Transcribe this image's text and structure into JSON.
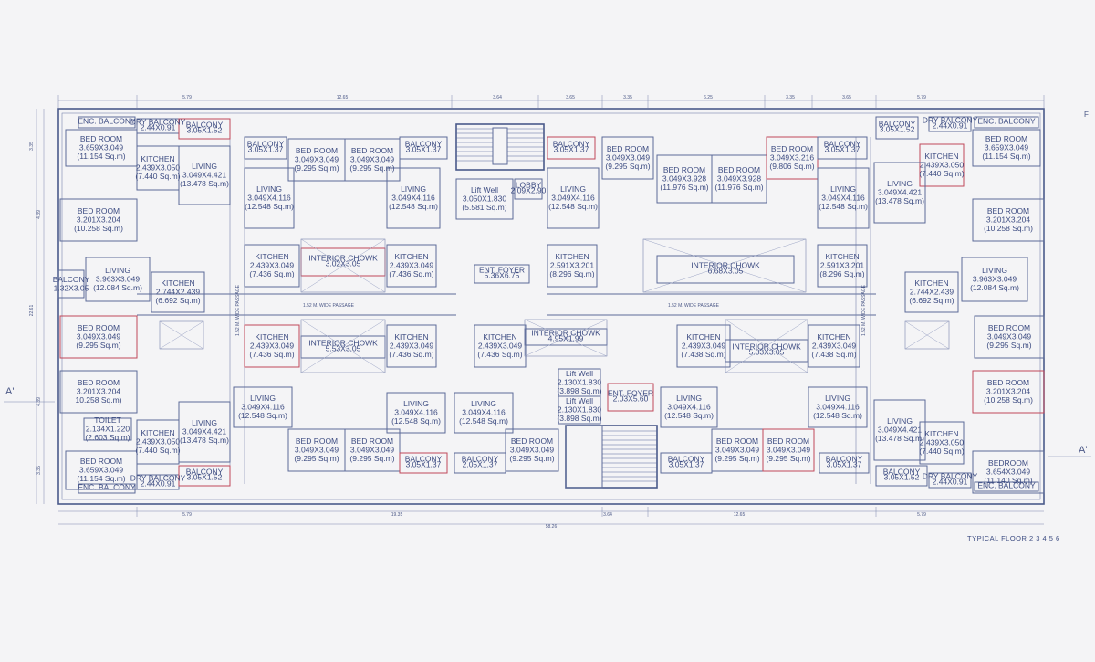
{
  "title": "TYPICAL FLOOR 2 3 4 5 6",
  "section_marks": [
    "A'",
    "A'"
  ],
  "corner_mark": "F",
  "colors": {
    "wall": "#4a5a8a",
    "accent": "#c0485a",
    "paper": "#f4f4f6"
  },
  "dims_top": [
    "5.79",
    "12.65",
    "3.64",
    "3.65",
    "3.35",
    "6.25",
    "3.35",
    "3.65",
    "5.79"
  ],
  "dims_bottom": [
    "5.79",
    "19.35",
    "3.64",
    "12.65",
    "5.79"
  ],
  "overall_width": "58.26",
  "dims_left": [
    "3.35",
    "4.39",
    "22.61",
    "4.39",
    "3.35"
  ],
  "corridors": [
    "1.52 M. WIDE PASSAGE",
    "1.52 M. WIDE PASSAGE",
    "1.52 M. WIDE PASSAGE",
    "1.52 M. WIDE PASSAGE"
  ],
  "rooms": [
    {
      "name": "ENC. BALCONY",
      "size": "",
      "area": ""
    },
    {
      "name": "BED ROOM",
      "size": "3.659X3.049",
      "area": "(11.154 Sq.m)"
    },
    {
      "name": "DRY BALCONY",
      "size": "2.44X0.91",
      "area": ""
    },
    {
      "name": "BALCONY",
      "size": "3.05X1.52",
      "area": ""
    },
    {
      "name": "KITCHEN",
      "size": "2.439X3.050",
      "area": "(7.440 Sq.m)"
    },
    {
      "name": "LIVING",
      "size": "3.049X4.421",
      "area": "(13.478 Sq.m)"
    },
    {
      "name": "BED ROOM",
      "size": "3.201X3.204",
      "area": "(10.258 Sq.m)"
    },
    {
      "name": "BALCONY",
      "size": "1.32X3.05",
      "area": ""
    },
    {
      "name": "LIVING",
      "size": "3.963X3.049",
      "area": "(12.084 Sq.m)"
    },
    {
      "name": "KITCHEN",
      "size": "2.744X2.439",
      "area": "(6.692 Sq.m)"
    },
    {
      "name": "BED ROOM",
      "size": "3.049X3.049",
      "area": "(9.295 Sq.m)"
    },
    {
      "name": "BED ROOM",
      "size": "3.201X3.204",
      "area": "10.258 Sq.m)"
    },
    {
      "name": "TOILET",
      "size": "2.134X1.220",
      "area": "(2.603 Sq.m)"
    },
    {
      "name": "KITCHEN",
      "size": "2.439X3.050",
      "area": "(7.440 Sq.m)"
    },
    {
      "name": "LIVING",
      "size": "3.049X4.421",
      "area": "(13.478 Sq.m)"
    },
    {
      "name": "BED ROOM",
      "size": "3.659X3.049",
      "area": "(11.154 Sq.m)"
    },
    {
      "name": "DRY BALCONY",
      "size": "2.44X0.91",
      "area": ""
    },
    {
      "name": "BALCONY",
      "size": "3.05X1.52",
      "area": ""
    },
    {
      "name": "ENC. BALCONY",
      "size": "",
      "area": ""
    },
    {
      "name": "BALCONY",
      "size": "3.05X1.37",
      "area": ""
    },
    {
      "name": "LIVING",
      "size": "3.049X4.116",
      "area": "(12.548 Sq.m)"
    },
    {
      "name": "BED ROOM",
      "size": "3.049X3.049",
      "area": "(9.295 Sq.m)"
    },
    {
      "name": "BED ROOM",
      "size": "3.049X3.049",
      "area": "(9.295 Sq.m)"
    },
    {
      "name": "KITCHEN",
      "size": "2.439X3.049",
      "area": "(7.436 Sq.m)"
    },
    {
      "name": "INTERIOR CHOWK",
      "size": "3.02X3.05",
      "area": ""
    },
    {
      "name": "KITCHEN",
      "size": "2.439X3.049",
      "area": "(7.436 Sq.m)"
    },
    {
      "name": "BALCONY",
      "size": "3.05X1.37",
      "area": ""
    },
    {
      "name": "LIVING",
      "size": "3.049X4.116",
      "area": "(12.548 Sq.m)"
    },
    {
      "name": "Lift Well",
      "size": "3.050X1.830",
      "area": "(5.581 Sq.m)"
    },
    {
      "name": "LOBBY",
      "size": "2.09X2.90",
      "area": ""
    },
    {
      "name": "ENT. FOYER",
      "size": "5.36X6.75",
      "area": ""
    },
    {
      "name": "BALCONY",
      "size": "3.05X1.37",
      "area": ""
    },
    {
      "name": "LIVING",
      "size": "3.049X4.116",
      "area": "(12.548 Sq.m)"
    },
    {
      "name": "KITCHEN",
      "size": "2.591X3.201",
      "area": "(8.296 Sq.m)"
    },
    {
      "name": "BED ROOM",
      "size": "3.049X3.049",
      "area": "(9.295 Sq.m)"
    },
    {
      "name": "BED ROOM",
      "size": "3.049X3.928",
      "area": "(11.976 Sq.m)"
    },
    {
      "name": "BED ROOM",
      "size": "3.049X3.928",
      "area": "(11.976 Sq.m)"
    },
    {
      "name": "INTERIOR CHOWK",
      "size": "6.68X3.05",
      "area": ""
    },
    {
      "name": "BED ROOM",
      "size": "3.049X3.216",
      "area": "(9.806 Sq.m)"
    },
    {
      "name": "BALCONY",
      "size": "3.05X1.37",
      "area": ""
    },
    {
      "name": "LIVING",
      "size": "3.049X4.116",
      "area": "(12.548 Sq.m)"
    },
    {
      "name": "KITCHEN",
      "size": "2.591X3.201",
      "area": "(8.296 Sq.m)"
    },
    {
      "name": "BALCONY",
      "size": "3.05X1.52",
      "area": ""
    },
    {
      "name": "DRY BALCONY",
      "size": "2.44X0.91",
      "area": ""
    },
    {
      "name": "ENC. BALCONY",
      "size": "",
      "area": ""
    },
    {
      "name": "KITCHEN",
      "size": "2.439X3.050",
      "area": "(7.440 Sq.m)"
    },
    {
      "name": "BED ROOM",
      "size": "3.659X3.049",
      "area": "(11.154 Sq.m)"
    },
    {
      "name": "LIVING",
      "size": "3.049X4.421",
      "area": "(13.478 Sq.m)"
    },
    {
      "name": "BED ROOM",
      "size": "3.201X3.204",
      "area": "(10.258 Sq.m)"
    },
    {
      "name": "LIVING",
      "size": "3.963X3.049",
      "area": "(12.084 Sq.m)"
    },
    {
      "name": "KITCHEN",
      "size": "2.744X2.439",
      "area": "(6.692 Sq.m)"
    },
    {
      "name": "BED ROOM",
      "size": "3.049X3.049",
      "area": "(9.295 Sq.m)"
    },
    {
      "name": "BED ROOM",
      "size": "3.201X3.204",
      "area": "(10.258 Sq.m)"
    },
    {
      "name": "LIVING",
      "size": "3.049X4.421",
      "area": "(13.478 Sq.m)"
    },
    {
      "name": "KITCHEN",
      "size": "2.439X3.050",
      "area": "(7.440 Sq.m)"
    },
    {
      "name": "BEDROOM",
      "size": "3.654X3.049",
      "area": "(11.140 Sq.m)"
    },
    {
      "name": "BALCONY",
      "size": "3.05X1.52",
      "area": ""
    },
    {
      "name": "DRY BALCONY",
      "size": "2.44X0.91",
      "area": ""
    },
    {
      "name": "ENC. BALCONY",
      "size": "",
      "area": ""
    },
    {
      "name": "KITCHEN",
      "size": "2.439X3.049",
      "area": "(7.436 Sq.m)"
    },
    {
      "name": "INTERIOR CHOWK",
      "size": "5.53X3.05",
      "area": ""
    },
    {
      "name": "KITCHEN",
      "size": "2.439X3.049",
      "area": "(7.436 Sq.m)"
    },
    {
      "name": "LIVING",
      "size": "3.049X4.116",
      "area": "(12.548 Sq.m)"
    },
    {
      "name": "BED ROOM",
      "size": "3.049X3.049",
      "area": "(9.295 Sq.m)"
    },
    {
      "name": "BED ROOM",
      "size": "3.049X3.049",
      "area": "(9.295 Sq.m)"
    },
    {
      "name": "LIVING",
      "size": "3.049X4.116",
      "area": "(12.548 Sq.m)"
    },
    {
      "name": "BALCONY",
      "size": "3.05X1.37",
      "area": ""
    },
    {
      "name": "KITCHEN",
      "size": "2.439X3.049",
      "area": "(7.436 Sq.m)"
    },
    {
      "name": "INTERIOR CHOWK",
      "size": "4.95X1.99",
      "area": ""
    },
    {
      "name": "LIVING",
      "size": "3.049X4.116",
      "area": "(12.548 Sq.m)"
    },
    {
      "name": "BALCONY",
      "size": "2.05X1.37",
      "area": ""
    },
    {
      "name": "Lift Well",
      "size": "2.130X1.830",
      "area": "(3.898 Sq.m)"
    },
    {
      "name": "Lift Well",
      "size": "2.130X1.830",
      "area": "(3.898 Sq.m)"
    },
    {
      "name": "ENT. FOYER",
      "size": "2.03X5.60",
      "area": ""
    },
    {
      "name": "BED ROOM",
      "size": "3.049X3.049",
      "area": "(9.295 Sq.m)"
    },
    {
      "name": "KITCHEN",
      "size": "2.439X3.049",
      "area": "(7.438 Sq.m)"
    },
    {
      "name": "INTERIOR CHOWK",
      "size": "5.03X3.05",
      "area": ""
    },
    {
      "name": "KITCHEN",
      "size": "2.439X3.049",
      "area": "(7.438 Sq.m)"
    },
    {
      "name": "LIVING",
      "size": "3.049X4.116",
      "area": "(12.548 Sq.m)"
    },
    {
      "name": "BED ROOM",
      "size": "3.049X3.049",
      "area": "(9.295 Sq.m)"
    },
    {
      "name": "BED ROOM",
      "size": "3.049X3.049",
      "area": "(9.295 Sq.m)"
    },
    {
      "name": "LIVING",
      "size": "3.049X4.116",
      "area": "(12.548 Sq.m)"
    },
    {
      "name": "BALCONY",
      "size": "3.05X1.37",
      "area": ""
    },
    {
      "name": "BALCONY",
      "size": "3.05X1.37",
      "area": ""
    }
  ]
}
